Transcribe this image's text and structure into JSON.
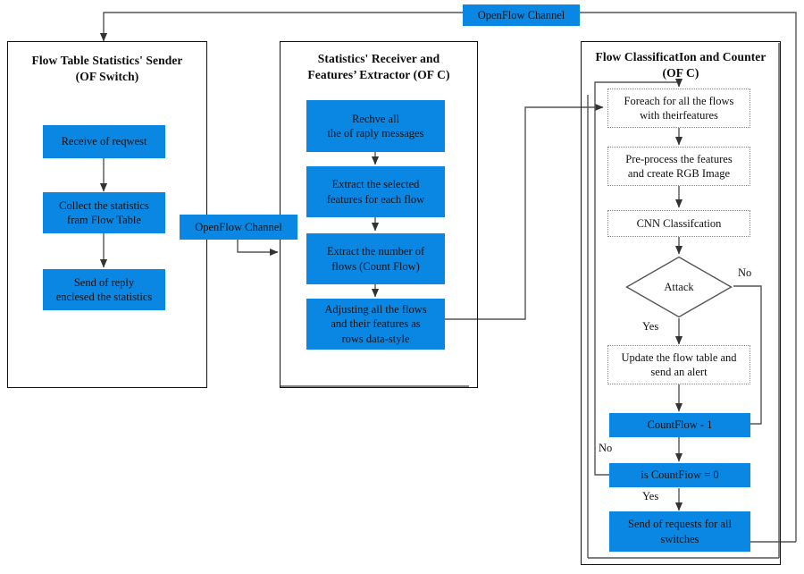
{
  "diagram": {
    "title": "Flow Classification and Counter architecture flowchart",
    "colors": {
      "accent_blue": "#0a87e3",
      "panel_border": "#111111",
      "dotted_border": "#8a8a8a",
      "wire": "#555555",
      "text": "#111111"
    }
  },
  "channels": {
    "top_label": "OpenFlow Channel",
    "mid_label": "OpenFlow Channel"
  },
  "panels": [
    {
      "id": "sender",
      "title_line1": "Flow Table Statistics' Sender",
      "title_line2": "(OF Switch)",
      "nodes": [
        {
          "id": "receive-request",
          "line1": "Receive of reqwest",
          "line2": ""
        },
        {
          "id": "collect-statistics",
          "line1": "Collect the statistics",
          "line2": "fram Flow Table"
        },
        {
          "id": "send-reply",
          "line1": "Send of reply",
          "line2": "enclesed the statistics"
        }
      ]
    },
    {
      "id": "receiver",
      "title_line1": "Statistics' Receiver and",
      "title_line2": "Features’   Extractor (OF C)",
      "nodes": [
        {
          "id": "receive-replies",
          "line1": "Rechve all",
          "line2": "the of raply messages",
          "line3": ""
        },
        {
          "id": "extract-features",
          "line1": "Extract the selected",
          "line2": "features   for each flow",
          "line3": ""
        },
        {
          "id": "extract-count",
          "line1": "Extract the number of",
          "line2": "flows (Count Flow)",
          "line3": ""
        },
        {
          "id": "adjust-rows",
          "line1": "Adjusting all the flows",
          "line2": "and their features as",
          "line3": "rows data-style"
        }
      ]
    },
    {
      "id": "classifier",
      "title_line1": "Flow ClassificatIon and Counter",
      "title_line2": "(OF C)",
      "nodes": [
        {
          "id": "foreach-flows",
          "line1": "Foreach for all the flows",
          "line2": "with theirfeatures",
          "style": "dotted"
        },
        {
          "id": "preprocess-rgb",
          "line1": "Pre-process the features",
          "line2": "and create RGB Image",
          "style": "dotted"
        },
        {
          "id": "cnn-classification",
          "line1": "CNN Classifcation",
          "line2": "",
          "style": "dotted"
        },
        {
          "id": "attack-decision",
          "line1": "Attack",
          "line2": "",
          "style": "diamond"
        },
        {
          "id": "update-alert",
          "line1": "Update the flow table and",
          "line2": "send an alert",
          "style": "dotted"
        },
        {
          "id": "countflow-decrement",
          "line1": "CountFlow - 1",
          "line2": "",
          "style": "blue"
        },
        {
          "id": "countflow-zero",
          "line1": "is CountFiow = 0",
          "line2": "",
          "style": "blue"
        },
        {
          "id": "send-requests",
          "line1": "Send of requests for all",
          "line2": "switches",
          "style": "blue"
        }
      ]
    }
  ],
  "edge_labels": {
    "attack_no": "No",
    "attack_yes": "Yes",
    "countflow_no": "No",
    "countflow_yes": "Yes"
  }
}
